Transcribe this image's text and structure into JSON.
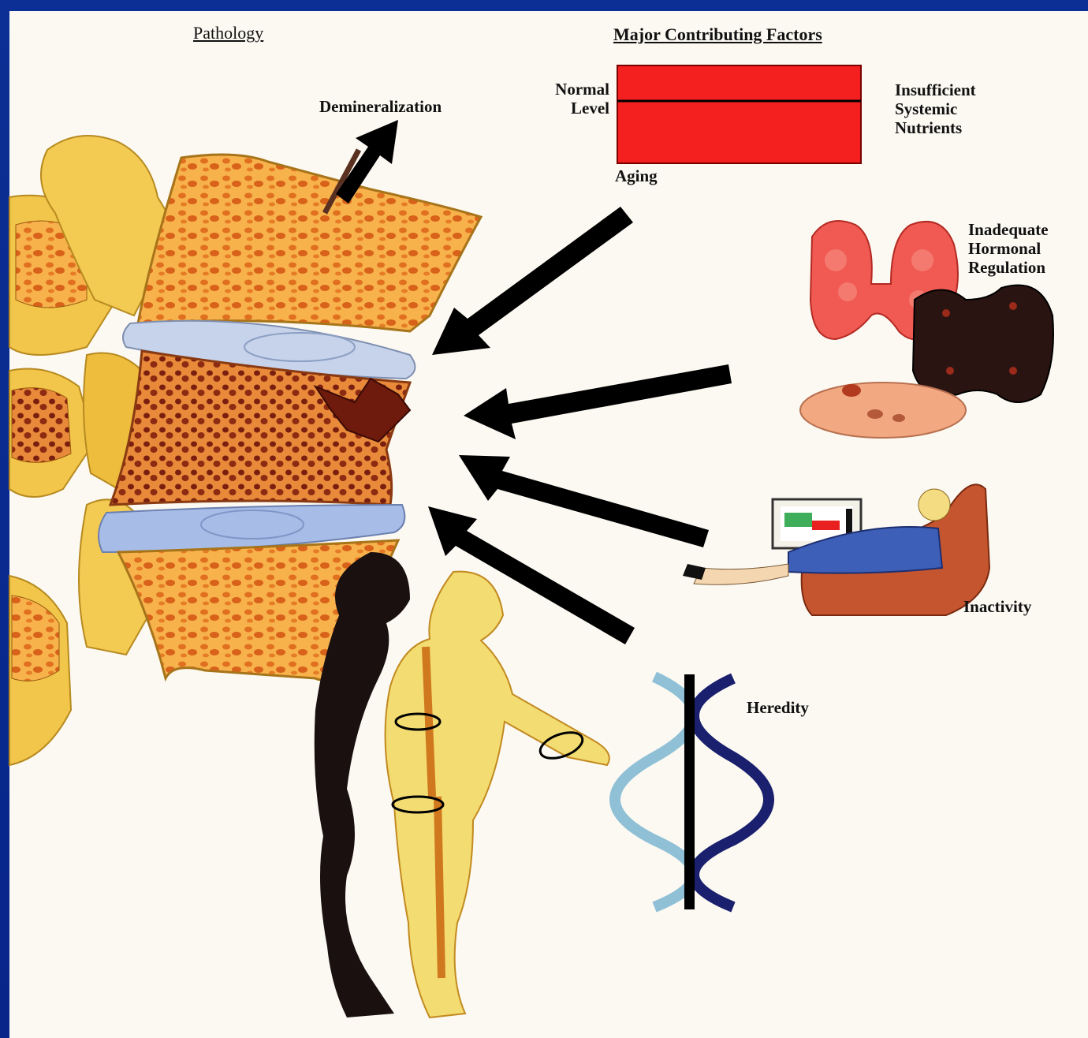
{
  "headings": {
    "pathology": "Pathology",
    "major_factors": "Major Contributing Factors"
  },
  "labels": {
    "demineralization": "Demineralization",
    "normal_level": [
      "Normal",
      "Level"
    ],
    "aging": "Aging",
    "insufficient_nutrients": [
      "Insufficient",
      "Systemic",
      "Nutrients"
    ],
    "hormonal": [
      "Inadequate",
      "Hormonal",
      "Regulation"
    ],
    "inactivity": "Inactivity",
    "heredity": "Heredity"
  },
  "colors": {
    "slide_background": "#0b2f94",
    "panel": "#fbf9f2",
    "aging_box": "#f41f1f",
    "bone": "#f0c64a",
    "trabecular": "#e98a2c",
    "disc": "#b9c8e0",
    "arrow": "#000000"
  },
  "icons": [
    "spine-vertebrae-illustration",
    "thyroid-gland-icon",
    "adrenal-gland-icon",
    "reclining-woman-tv-icon",
    "dna-helix-icon",
    "silhouette-skeleton-icon"
  ]
}
